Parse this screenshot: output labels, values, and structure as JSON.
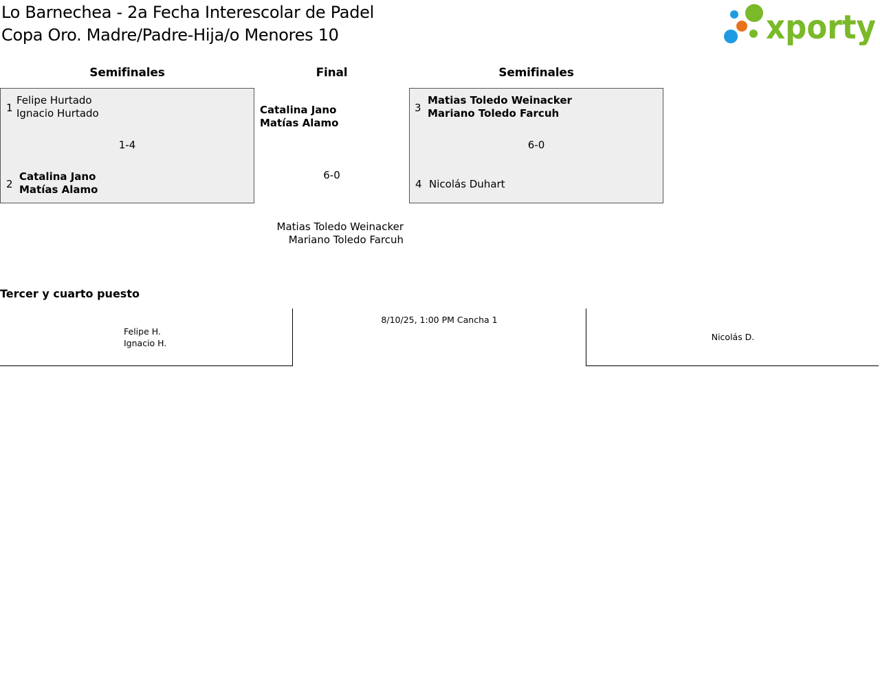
{
  "header": {
    "title_line1": "Lo Barnechea - 2a Fecha Interescolar de Padel",
    "title_line2": "Copa Oro. Madre/Padre-Hija/o Menores 10",
    "logo_text": "xporty"
  },
  "stages": {
    "left": "Semifinales",
    "center": "Final",
    "right": "Semifinales"
  },
  "semifinal_left": {
    "team_a": {
      "seed": "1",
      "player1": "Felipe Hurtado",
      "player2": "Ignacio Hurtado"
    },
    "team_b": {
      "seed": "2",
      "player1": "Catalina Jano",
      "player2": "Matías Alamo"
    },
    "score": "1-4"
  },
  "semifinal_right": {
    "team_a": {
      "seed": "3",
      "player1": "Matias Toledo Weinacker",
      "player2": "Mariano Toledo Farcuh"
    },
    "team_b": {
      "seed": "4",
      "player1": "Nicolás Duhart"
    },
    "score": "6-0"
  },
  "final": {
    "team_top": {
      "player1": "Catalina Jano",
      "player2": "Matías Alamo"
    },
    "score": "6-0",
    "team_bottom": {
      "player1": "Matias Toledo Weinacker",
      "player2": "Mariano Toledo Farcuh"
    }
  },
  "third_place": {
    "heading": "Tercer y cuarto puesto",
    "team_left": {
      "player1": "Felipe H.",
      "player2": "Ignacio H."
    },
    "schedule": "8/10/25, 1:00 PM Cancha 1",
    "team_right": {
      "player1": "Nicolás D."
    }
  },
  "colors": {
    "box_bg": "#eeeeee",
    "logo_green": "#7ab929",
    "logo_blue": "#1e9be0",
    "logo_orange": "#e9711c"
  }
}
